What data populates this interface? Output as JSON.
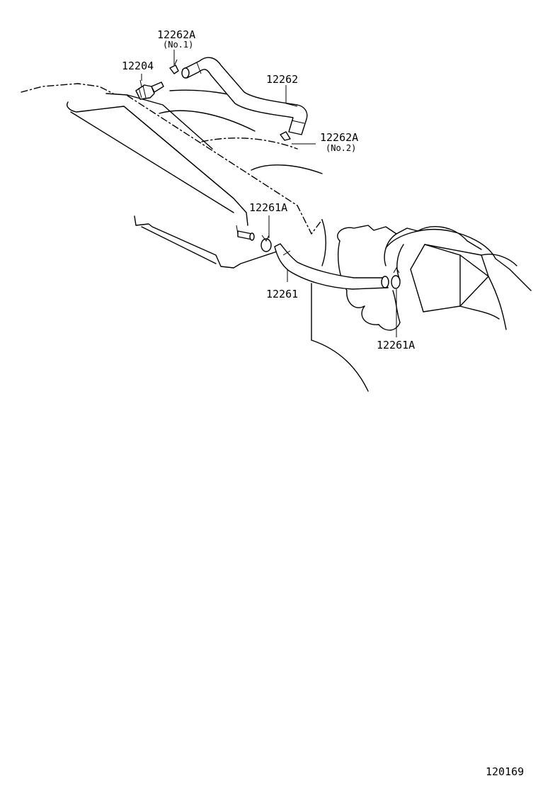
{
  "labels": {
    "p12262a_no1": "12262A",
    "p12262a_no1_sub": "(No.1)",
    "p12204": "12204",
    "p12262": "12262",
    "p12262a_no2": "12262A",
    "p12262a_no2_sub": "(No.2)",
    "p12261a_upper": "12261A",
    "p12261": "12261",
    "p12261a_lower": "12261A"
  },
  "figure_number": "120169"
}
